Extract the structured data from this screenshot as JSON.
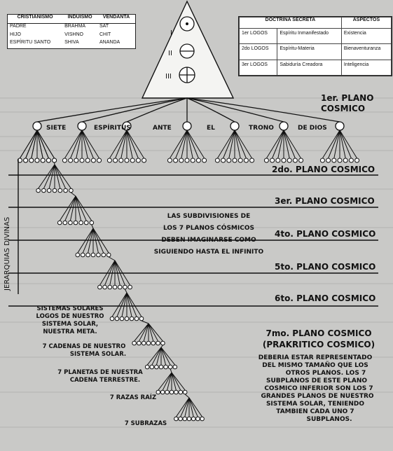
{
  "left_table": {
    "headers": [
      "CRISTIANISMO",
      "INDUISMO",
      "VENDANTA"
    ],
    "rows": [
      [
        "PADRE",
        "BRAHMA",
        "SAT"
      ],
      [
        "HIJO",
        "VISHNO",
        "CHIT"
      ],
      [
        "ESPÍRITU SANTO",
        "SHIVA",
        "ANANDA"
      ]
    ]
  },
  "right_table": {
    "headers": [
      "DOCTRINA SECRETA",
      "ASPECTOS"
    ],
    "rows": [
      [
        "1er LOGOS",
        "Espíritu Inmanifestado",
        "Existencia"
      ],
      [
        "2do LOGOS",
        "Espíritu-Materia",
        "Bienaventuranza"
      ],
      [
        "3er LOGOS",
        "Sabiduría Creadora",
        "Inteligencia"
      ]
    ]
  },
  "triangle_labels": [
    "I",
    "II",
    "III"
  ],
  "spirit_words": [
    "SIETE",
    "ESPÍRITUS",
    "ANTE",
    "EL",
    "TRONO",
    "DE DIOS"
  ],
  "side_label": "JERARQUIAS DIVINAS",
  "planes": [
    "1er. PLANO COSMICO",
    "2do. PLANO COSMICO",
    "3er. PLANO COSMICO",
    "4to. PLANO COSMICO",
    "5to. PLANO COSMICO",
    "6to. PLANO COSMICO"
  ],
  "plane7": {
    "title": "7mo. PLANO COSMICO",
    "subtitle": "(PRAKRITICO COSMICO)",
    "text": [
      "DEBERIA ESTAR REPRESENTADO",
      "DEL MISMO TAMAÑO QUE LOS",
      "OTROS PLANOS. LOS 7",
      "SUBPLANOS DE ESTE PLANO",
      "COSMICO INFERIOR SON LOS 7",
      "GRANDES PLANOS DE NUESTRO",
      "SISTEMA SOLAR, TENIENDO",
      "TAMBIEN CADA UNO 7",
      "SUBPLANOS."
    ]
  },
  "center_note": [
    "LAS SUBDIVISIONES DE",
    "LOS 7 PLANOS CÓSMICOS",
    "DEBEN IMAGINARSE COMO",
    "SIGUIENDO HASTA EL INFINITO"
  ],
  "left_notes": {
    "solar": [
      "SISTEMAS SOLARES",
      "LOGOS DE NUESTRO",
      "SISTEMA SOLAR,",
      "NUESTRA META."
    ],
    "chains": [
      "7 CADENAS DE NUESTRO",
      "SISTEMA SOLAR."
    ],
    "planets": [
      "7 PLANETAS DE NUESTRA",
      "CADENA TERRESTRE."
    ],
    "races": [
      "7 RAZAS RAÍZ"
    ],
    "subraces": [
      "7 SUBRAZAS"
    ]
  }
}
